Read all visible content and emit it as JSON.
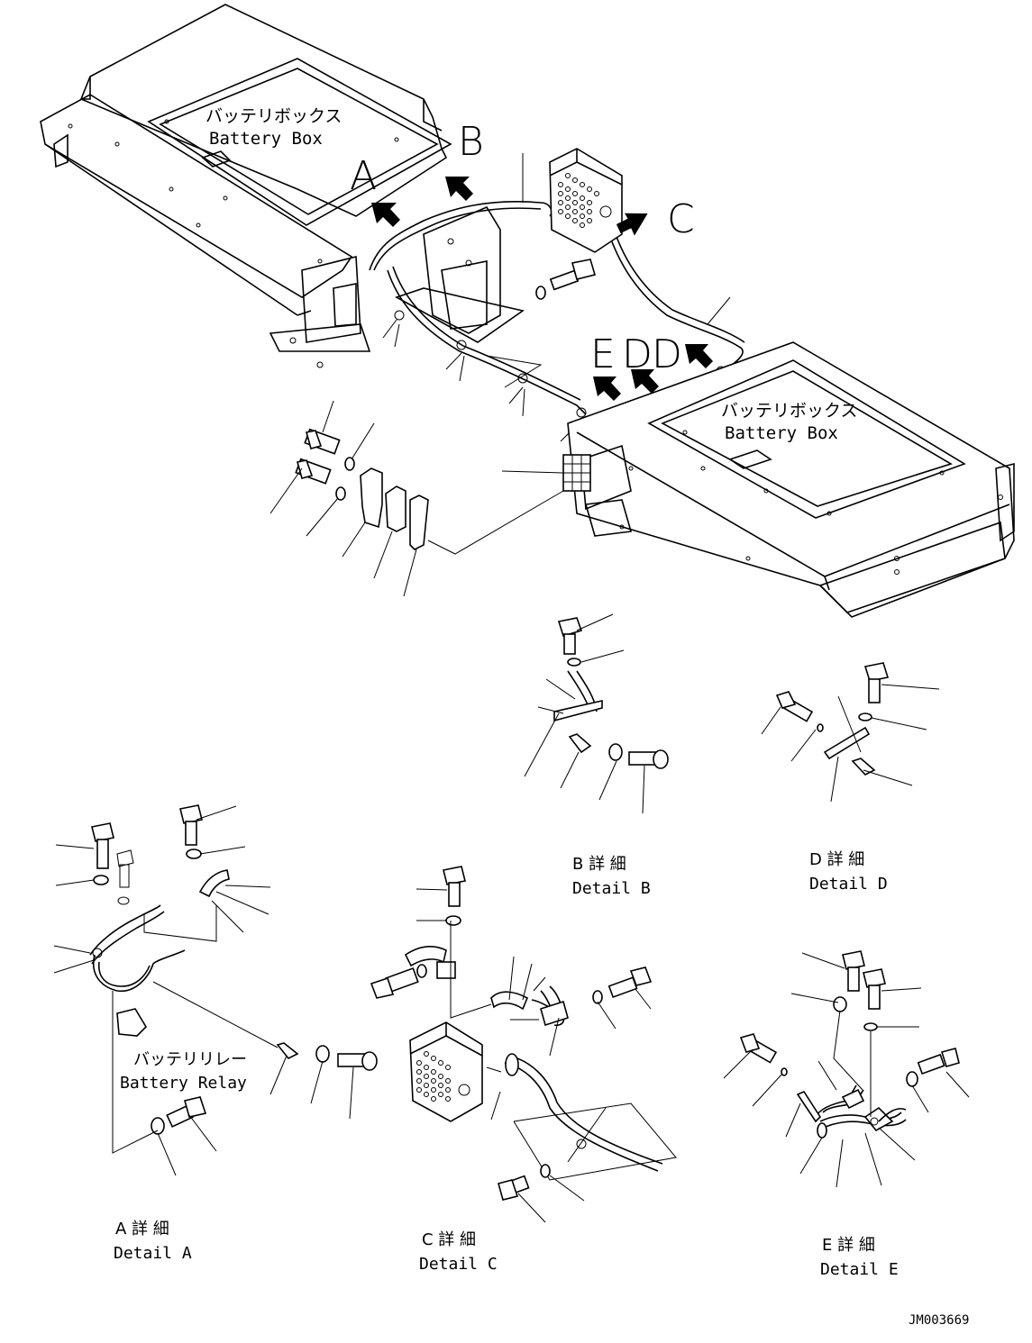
{
  "battery_box_left": {
    "jp": "バッテリボックス",
    "en": "Battery Box"
  },
  "battery_box_right": {
    "jp": "バッテリボックス",
    "en": "Battery Box"
  },
  "battery_relay": {
    "jp": "バッテリリレー",
    "en": "Battery Relay"
  },
  "view_letters": {
    "a": "A",
    "b": "B",
    "c": "C",
    "e": "E",
    "d1": "D",
    "d2": "D"
  },
  "details": {
    "a": {
      "jp": "A 詳 細",
      "en": "Detail A"
    },
    "b": {
      "jp": "B 詳 細",
      "en": "Detail B"
    },
    "c": {
      "jp": "C 詳 細",
      "en": "Detail C"
    },
    "d": {
      "jp": "D 詳 細",
      "en": "Detail D"
    },
    "e": {
      "jp": "E 詳 細",
      "en": "Detail E"
    }
  },
  "drawing_code": "JM003669"
}
